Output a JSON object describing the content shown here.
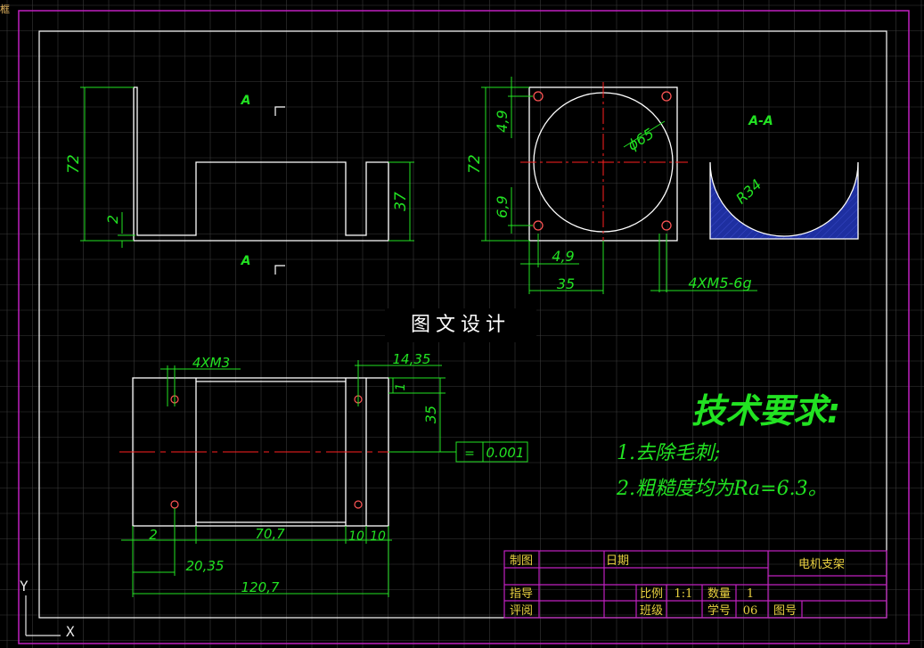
{
  "corner_tag": "框",
  "ucs": {
    "y_label": "Y",
    "x_label": "X"
  },
  "title_overlay": "图文设计",
  "section_labels": {
    "a_top": "A",
    "a_bottom": "A",
    "a_a": "A-A"
  },
  "front_view_dims": {
    "height": "72",
    "thickness": "2",
    "slot_height": "37"
  },
  "side_view_dims": {
    "height": "72",
    "top_offset": "4,9",
    "bottom_offset": "6,9",
    "diameter": "ϕ65",
    "hole_offset": "4,9",
    "half_width": "35",
    "thread": "4XM5-6g"
  },
  "section_dims": {
    "radius": "R34"
  },
  "top_view_dims": {
    "holes": "4XM3",
    "hole_offset": "14,35",
    "edge": "1",
    "hole_spacing": "35",
    "flatness": "0.001",
    "flatness_symbol": "=",
    "edge_left": "2",
    "slot_width": "70,7",
    "right_a": "10",
    "right_b": "10",
    "hole_x": "20,35",
    "total_width": "120,7"
  },
  "tech_requirements": {
    "title": "技术要求:",
    "items": [
      "1.去除毛刺;",
      "2.粗糙度均为Ra=6.3。"
    ]
  },
  "title_block": {
    "drawn": "制图",
    "date": "日期",
    "guide": "指导",
    "review": "评阅",
    "part_name": "电机支架",
    "scale_label": "比例",
    "scale_value": "1:1",
    "qty_label": "数量",
    "qty_value": "1",
    "class_label": "班级",
    "student_no_label": "学号",
    "student_no_value": "06",
    "drawing_no_label": "图号"
  },
  "colors": {
    "background": "#000000",
    "grid": "#3a3a3a",
    "border_outer": "#c020c0",
    "border_inner": "#ffffff",
    "part": "#ffffff",
    "dimension": "#22e222",
    "center_line": "#ff2020",
    "hatch": "#1e2fa0",
    "title_block": "#c020c0"
  }
}
